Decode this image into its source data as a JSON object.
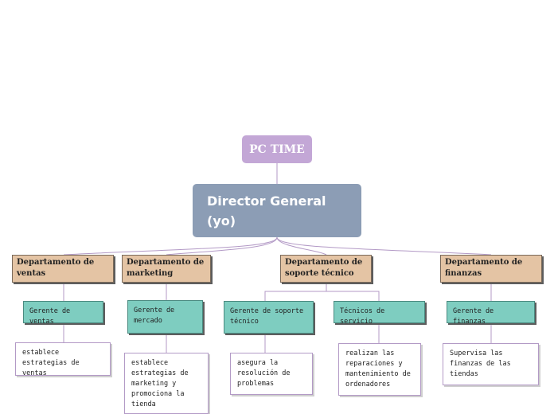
{
  "colors": {
    "root": "#c3a7d6",
    "director": "#8c9db5",
    "department": "#e4c4a4",
    "manager": "#7ecdc0",
    "connector": "#b39ac6",
    "text_light": "#ffffff",
    "text_dark": "#222222"
  },
  "root": {
    "label": "PC TIME"
  },
  "director": {
    "label": "Director General (yo)"
  },
  "departments": [
    {
      "label": "Departamento de ventas",
      "managers": [
        {
          "label": "Gerente de ventas",
          "task": "establece estrategias de ventas"
        }
      ]
    },
    {
      "label": "Departamento de marketing",
      "managers": [
        {
          "label": "Gerente de mercado",
          "task": "establece estrategias de marketing y promociona la tienda"
        }
      ]
    },
    {
      "label": "Departamento de soporte técnico",
      "managers": [
        {
          "label": "Gerente de soporte técnico",
          "task": "asegura la resolución de problemas"
        },
        {
          "label": "Técnicos de servicio",
          "task": "realizan las reparaciones y mantenimiento de ordenadores"
        }
      ]
    },
    {
      "label": "Departamento de finanzas",
      "managers": [
        {
          "label": "Gerente de finanzas",
          "task": "Supervisa las finanzas de las tiendas"
        }
      ]
    }
  ]
}
